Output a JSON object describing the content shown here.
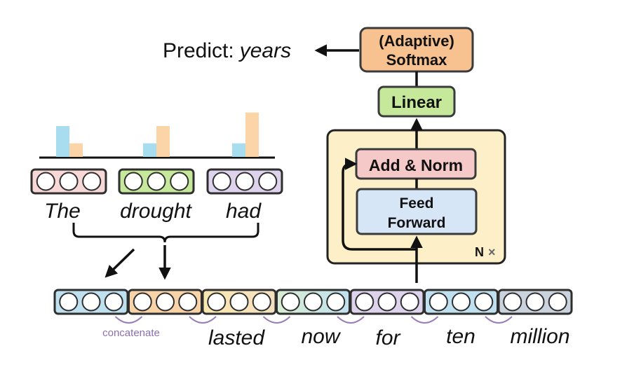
{
  "prediction": {
    "prefix": "Predict:",
    "word": "years"
  },
  "blocks": {
    "softmax": {
      "line1": "(Adaptive)",
      "line2": "Softmax"
    },
    "linear": "Linear",
    "add_norm": "Add & Norm",
    "feed_forward": {
      "line1": "Feed",
      "line2": "Forward"
    },
    "repeat": "N",
    "repeat_symbol": "×"
  },
  "context_words": [
    "The",
    "drought",
    "had"
  ],
  "sequence_words": [
    "lasted",
    "now",
    "for",
    "ten",
    "million"
  ],
  "concatenate_label": "concatenate",
  "bars": [
    {
      "blue": 0.5,
      "orange": 0.22
    },
    {
      "blue": 0.22,
      "orange": 0.5
    },
    {
      "blue": 0.22,
      "orange": 0.72
    }
  ],
  "colors": {
    "pink_fill": "#f8d7d7",
    "pink_stroke": "#3a3a3a",
    "green_fill": "#c5e89a",
    "purple_fill": "#ddd3ec",
    "blue_fill": "#bfe0ef",
    "orange_fill": "#f9d3a8",
    "yellow_fill": "#fdf0c4",
    "gray_fill": "#c9d2dd",
    "softmax_fill": "#f7c190",
    "linear_fill": "#c5e89a",
    "addnorm_fill": "#f6c9c9",
    "ff_fill": "#d7e6f7",
    "transformer_fill": "#fdf0c8",
    "bar_blue": "#a8dcef",
    "bar_orange": "#fbd5a8",
    "arc": "#9a7db8"
  }
}
